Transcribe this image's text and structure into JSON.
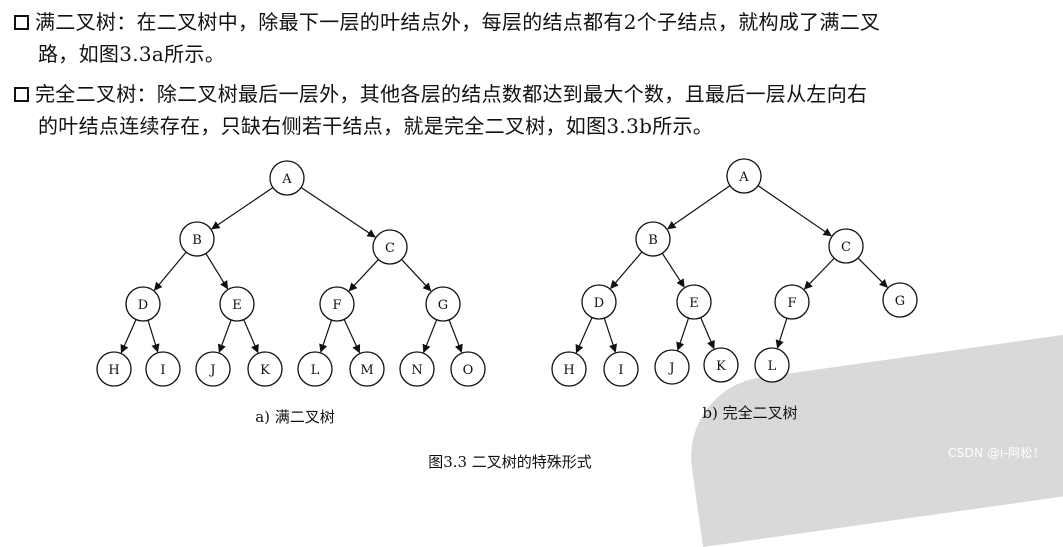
{
  "paragraphs": [
    {
      "line1": "满二叉树：在二叉树中，除最下一层的叶结点外，每层的结点都有2个子结点，就构成了满二叉",
      "line2": "路，如图3.3a所示。"
    },
    {
      "line1": "完全二叉树：除二叉树最后一层外，其他各层的结点数都达到最大个数，且最后一层从左向右",
      "line2": "的叶结点连续存在，只缺右侧若干结点，就是完全二叉树，如图3.3b所示。"
    }
  ],
  "trees": [
    {
      "caption": "a) 满二叉树",
      "nodes": [
        {
          "id": "A",
          "label": "A"
        },
        {
          "id": "B",
          "label": "B"
        },
        {
          "id": "C",
          "label": "C"
        },
        {
          "id": "D",
          "label": "D"
        },
        {
          "id": "E",
          "label": "E"
        },
        {
          "id": "F",
          "label": "F"
        },
        {
          "id": "G",
          "label": "G"
        },
        {
          "id": "H",
          "label": "H"
        },
        {
          "id": "I",
          "label": "I"
        },
        {
          "id": "J",
          "label": "J"
        },
        {
          "id": "K",
          "label": "K"
        },
        {
          "id": "L",
          "label": "L"
        },
        {
          "id": "M",
          "label": "M"
        },
        {
          "id": "N",
          "label": "N"
        },
        {
          "id": "O",
          "label": "O"
        }
      ],
      "edges": [
        [
          "A",
          "B"
        ],
        [
          "A",
          "C"
        ],
        [
          "B",
          "D"
        ],
        [
          "B",
          "E"
        ],
        [
          "C",
          "F"
        ],
        [
          "C",
          "G"
        ],
        [
          "D",
          "H"
        ],
        [
          "D",
          "I"
        ],
        [
          "E",
          "J"
        ],
        [
          "E",
          "K"
        ],
        [
          "F",
          "L"
        ],
        [
          "F",
          "M"
        ],
        [
          "G",
          "N"
        ],
        [
          "G",
          "O"
        ]
      ]
    },
    {
      "caption": "b) 完全二叉树",
      "nodes": [
        {
          "id": "A",
          "label": "A"
        },
        {
          "id": "B",
          "label": "B"
        },
        {
          "id": "C",
          "label": "C"
        },
        {
          "id": "D",
          "label": "D"
        },
        {
          "id": "E",
          "label": "E"
        },
        {
          "id": "F",
          "label": "F"
        },
        {
          "id": "G",
          "label": "G"
        },
        {
          "id": "H",
          "label": "H"
        },
        {
          "id": "I",
          "label": "I"
        },
        {
          "id": "J",
          "label": "J"
        },
        {
          "id": "K",
          "label": "K"
        },
        {
          "id": "L",
          "label": "L"
        }
      ],
      "edges": [
        [
          "A",
          "B"
        ],
        [
          "A",
          "C"
        ],
        [
          "B",
          "D"
        ],
        [
          "B",
          "E"
        ],
        [
          "C",
          "F"
        ],
        [
          "C",
          "G"
        ],
        [
          "D",
          "H"
        ],
        [
          "D",
          "I"
        ],
        [
          "E",
          "J"
        ],
        [
          "E",
          "K"
        ],
        [
          "F",
          "L"
        ]
      ]
    }
  ],
  "figure_caption": "图3.3   二叉树的特殊形式",
  "watermark": "CSDN @i-阿松！"
}
